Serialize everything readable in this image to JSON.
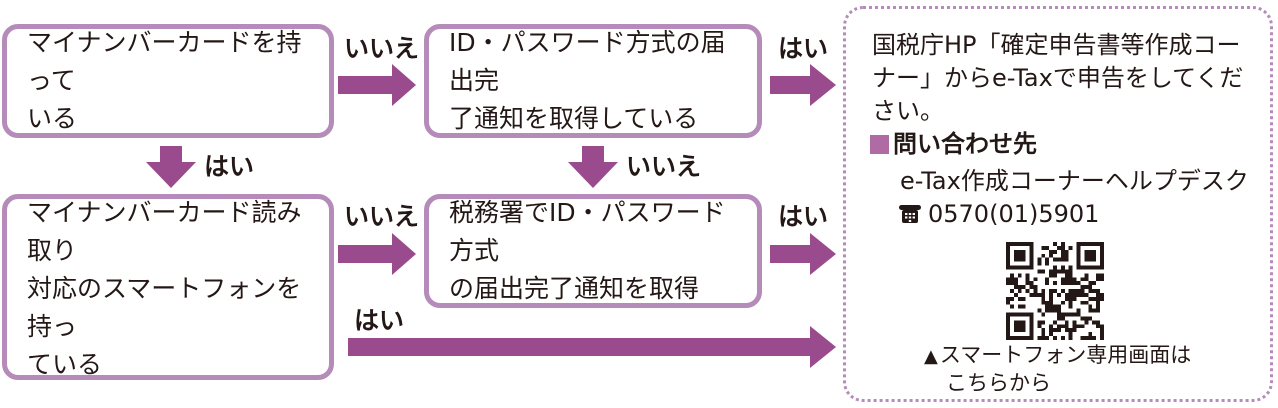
{
  "questions": {
    "q1": [
      "マイナンバーカードを持って",
      "いる"
    ],
    "q2": [
      "ID・パスワード方式の届出完",
      "了通知を取得している"
    ],
    "q3": [
      "マイナンバーカード読み取り",
      "対応のスマートフォンを持っ",
      "ている"
    ],
    "q4": [
      "税務署でID・パスワード方式",
      "の届出完了通知を取得"
    ]
  },
  "answers": {
    "yes": "はい",
    "no": "いいえ"
  },
  "result": {
    "lines": [
      "国税庁HP「確定申告書等作成コー",
      "ナー」からe-Taxで申告をしてくだ",
      "さい。"
    ],
    "contact_heading": "問い合わせ先",
    "help_desk": "e-Tax作成コーナーヘルプデスク",
    "phone": "0570(01)5901",
    "qr_caption": [
      "スマートフォン専用画面は",
      "こちらから"
    ]
  },
  "colors": {
    "box_border": "#b58bb9",
    "arrow": "#9a4b8e",
    "bullet": "#b06aa4",
    "text": "#231815"
  },
  "icons": {
    "phone": "telephone-icon",
    "caption_marker": "triangle-up-icon",
    "qr": "qr-code-icon"
  }
}
